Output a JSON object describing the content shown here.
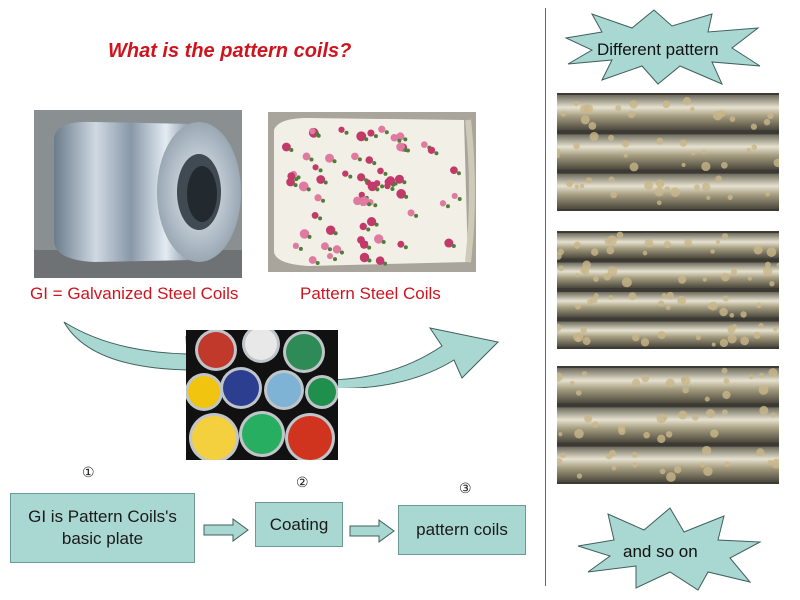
{
  "title": "What is the pattern coils?",
  "captions": {
    "gi": "GI = Galvanized Steel Coils",
    "pattern": "Pattern Steel Coils"
  },
  "steps": [
    {
      "number": "①",
      "label": "GI is Pattern Coils's basic plate"
    },
    {
      "number": "②",
      "label": "Coating"
    },
    {
      "number": "③",
      "label": "pattern coils"
    }
  ],
  "bursts": {
    "top": "Different pattern",
    "bottom": "and so on"
  },
  "colors": {
    "title_red": "#d0141e",
    "flow_box": "#a9d7d2",
    "arrow_fill": "#a9d7d2"
  }
}
